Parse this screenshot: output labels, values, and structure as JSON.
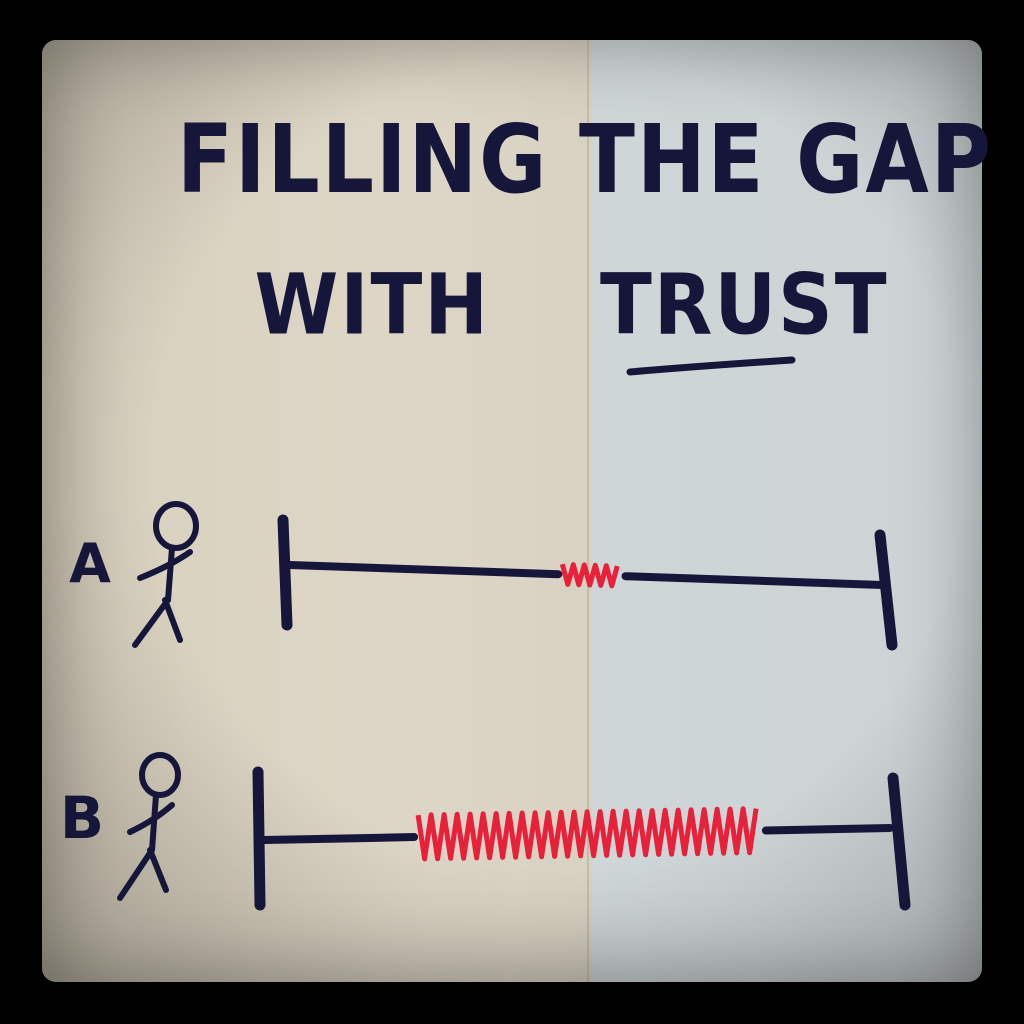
{
  "title": {
    "line1": "FILLING THE GAP",
    "line2_prefix": "WITH ",
    "line2_emphasis": "TRUST"
  },
  "rows": [
    {
      "label": "A",
      "trust_extent": 0.1
    },
    {
      "label": "B",
      "trust_extent": 0.55
    }
  ],
  "colors": {
    "ink": "#16163a",
    "trust_spring": "#e8203a"
  },
  "icons": [
    "stick-figure-icon",
    "stick-figure-icon"
  ]
}
